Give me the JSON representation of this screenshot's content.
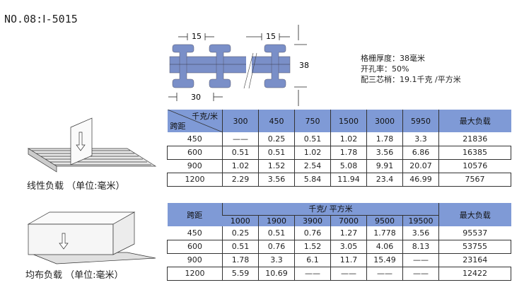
{
  "title": "NO.08:Ⅰ-5015",
  "diagram": {
    "dim_pitch_top": "15",
    "dim_pitch_top2": "15",
    "dim_spacing": "30",
    "dim_height": "38",
    "color": "#7a8fc8"
  },
  "specs": [
    "格栅厚度：38毫米",
    "开孔率：50%",
    "配三芯梢：19.1千克 /平方米"
  ],
  "captions": {
    "line_load": "线性负载 （单位:毫米）",
    "uniform_load": "均布负载 （单位:毫米）"
  },
  "header_color": "#7f9ad6",
  "table1": {
    "corner_top": "千克/米",
    "corner_bottom": "跨距",
    "columns": [
      "300",
      "450",
      "750",
      "1500",
      "3000",
      "5950"
    ],
    "max_label": "最大负载",
    "rows": [
      {
        "span": "450",
        "values": [
          "——",
          "0.25",
          "0.51",
          "1.02",
          "1.78",
          "3.3"
        ],
        "max": "21836"
      },
      {
        "span": "600",
        "values": [
          "0.51",
          "0.51",
          "1.02",
          "1.78",
          "3.56",
          "6.86"
        ],
        "max": "16385"
      },
      {
        "span": "900",
        "values": [
          "1.02",
          "1.52",
          "2.54",
          "5.08",
          "9.91",
          "20.07"
        ],
        "max": "10576"
      },
      {
        "span": "1200",
        "values": [
          "2.29",
          "3.56",
          "5.84",
          "11.94",
          "23.4",
          "46.99"
        ],
        "max": "7567"
      }
    ]
  },
  "table2": {
    "span_label": "跨距",
    "group_label": "千克/ 平方米",
    "columns": [
      "1000",
      "1900",
      "3900",
      "7000",
      "9500",
      "19500"
    ],
    "max_label": "最大负载",
    "rows": [
      {
        "span": "450",
        "values": [
          "0.25",
          "0.51",
          "0.76",
          "1.27",
          "1.778",
          "3.56"
        ],
        "max": "95537"
      },
      {
        "span": "600",
        "values": [
          "0.51",
          "0.76",
          "1.52",
          "3.05",
          "4.06",
          "8.13"
        ],
        "max": "53755"
      },
      {
        "span": "900",
        "values": [
          "1.78",
          "3.3",
          "6.1",
          "11.7",
          "15.49",
          "——"
        ],
        "max": "23164"
      },
      {
        "span": "1200",
        "values": [
          "5.59",
          "10.69",
          "——",
          "——",
          "——",
          "——"
        ],
        "max": "12422"
      }
    ]
  }
}
